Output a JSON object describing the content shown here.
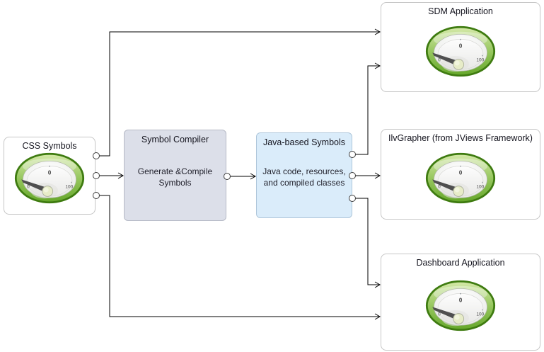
{
  "diagram": {
    "nodes": {
      "css_symbols": {
        "title": "CSS Symbols",
        "icon": "gauge-icon"
      },
      "symbol_compiler": {
        "title": "Symbol Compiler",
        "body": "Generate &Compile Symbols"
      },
      "java_symbols": {
        "title": "Java-based Symbols",
        "body": "Java code, resources, and compiled classes"
      },
      "sdm_application": {
        "title": "SDM Application",
        "icon": "gauge-icon"
      },
      "ilv_grapher": {
        "title": "IlvGrapher (from JViews Framework)",
        "icon": "gauge-icon"
      },
      "dashboard_application": {
        "title": "Dashboard Application",
        "icon": "gauge-icon"
      }
    },
    "gauge": {
      "value_label": "0",
      "min_label": "0",
      "max_label": "100"
    },
    "edges": [
      {
        "from": "css_symbols",
        "to": "sdm_application"
      },
      {
        "from": "css_symbols",
        "to": "symbol_compiler"
      },
      {
        "from": "css_symbols",
        "to": "dashboard_application"
      },
      {
        "from": "symbol_compiler",
        "to": "java_symbols"
      },
      {
        "from": "java_symbols",
        "to": "sdm_application"
      },
      {
        "from": "java_symbols",
        "to": "ilv_grapher"
      },
      {
        "from": "java_symbols",
        "to": "dashboard_application"
      }
    ],
    "colors": {
      "background": "#ffffff",
      "node_fill": "#ffffff",
      "node_border": "#c6c6c6",
      "compiler_fill": "#dcdfe9",
      "compiler_border": "#b6bac6",
      "java_fill": "#daecfa",
      "java_border": "#aec6da",
      "title_text": "#15151f",
      "body_text": "#23232e",
      "connector": "#000000",
      "gauge_ring_dark": "#3e7b10",
      "gauge_ring_light": "#d3e8a6",
      "gauge_ring_mid": "#67a82c",
      "gauge_needle": "#4f4f4f",
      "gauge_knob": "#e7ecc8"
    }
  }
}
